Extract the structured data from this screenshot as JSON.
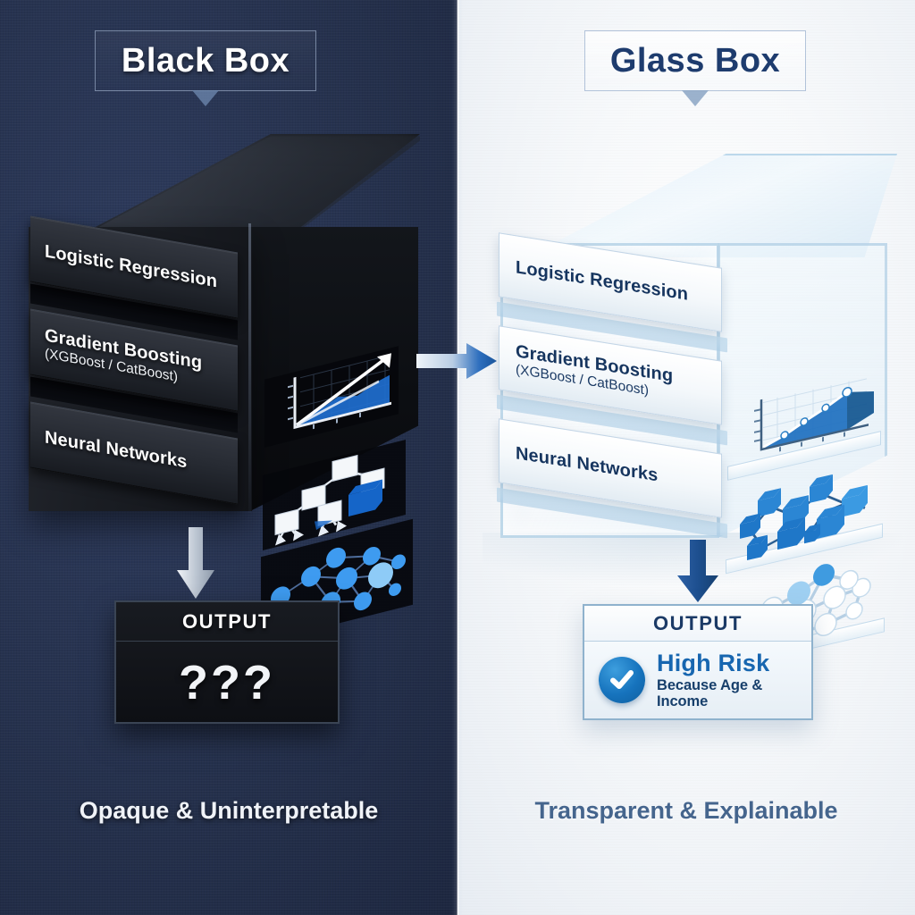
{
  "left_panel": {
    "title": "Black Box",
    "caption": "Opaque & Uninterpretable",
    "shelves": [
      {
        "label": "Logistic Regression",
        "sub": "",
        "graphic": "line-chart-icon"
      },
      {
        "label": "Gradient Boosting",
        "sub": "(XGBoost / CatBoost)",
        "graphic": "decision-tree-icon"
      },
      {
        "label": "Neural Networks",
        "sub": "",
        "graphic": "neural-network-icon"
      }
    ],
    "output": {
      "header": "OUTPUT",
      "value": "???"
    }
  },
  "right_panel": {
    "title": "Glass Box",
    "caption": "Transparent & Explainable",
    "shelves": [
      {
        "label": "Logistic Regression",
        "sub": "",
        "graphic": "area-chart-icon"
      },
      {
        "label": "Gradient Boosting",
        "sub": "(XGBoost / CatBoost)",
        "graphic": "cube-tree-icon"
      },
      {
        "label": "Neural Networks",
        "sub": "",
        "graphic": "neural-network-icon"
      }
    ],
    "output": {
      "header": "OUTPUT",
      "badge": "check-circle-icon",
      "verdict": "High Risk",
      "reason": "Because Age & Income"
    }
  },
  "center_arrow": {
    "icon": "arrow-right-icon"
  },
  "left_down_arrow": {
    "icon": "arrow-down-icon"
  },
  "right_down_arrow": {
    "icon": "arrow-down-icon"
  },
  "colors": {
    "left_bg": "#273350",
    "right_bg": "#f7f9fb",
    "accent_blue": "#1673bd",
    "navy_text": "#16355f",
    "white_text": "#ffffff",
    "caption_right": "#45658d"
  }
}
